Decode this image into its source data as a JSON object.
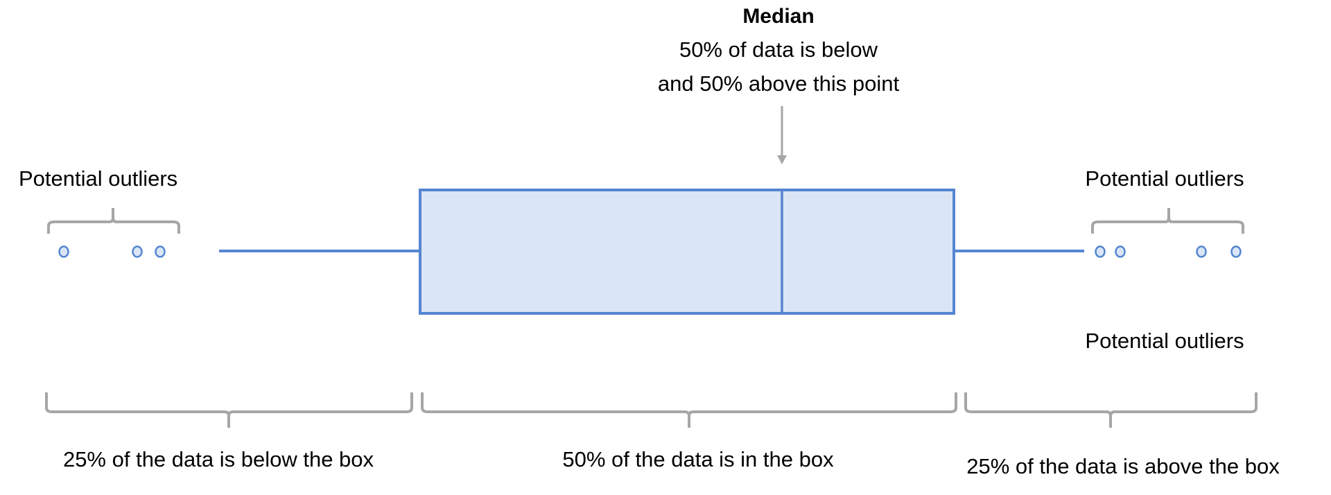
{
  "median": {
    "title": "Median",
    "line1": "50% of data is below",
    "line2": "and 50% above this point"
  },
  "outliers": {
    "left_label": "Potential outliers",
    "right_top_label": "Potential outliers",
    "right_bottom_label": "Potential outliers"
  },
  "ranges": {
    "below": "25% of the data is below the box",
    "in": "50% of the data is in the box",
    "above": "25% of the data is above the box"
  },
  "colors": {
    "box_stroke": "#5585d1",
    "box_fill": "#dae5f5",
    "brace": "#a6a6a6"
  }
}
